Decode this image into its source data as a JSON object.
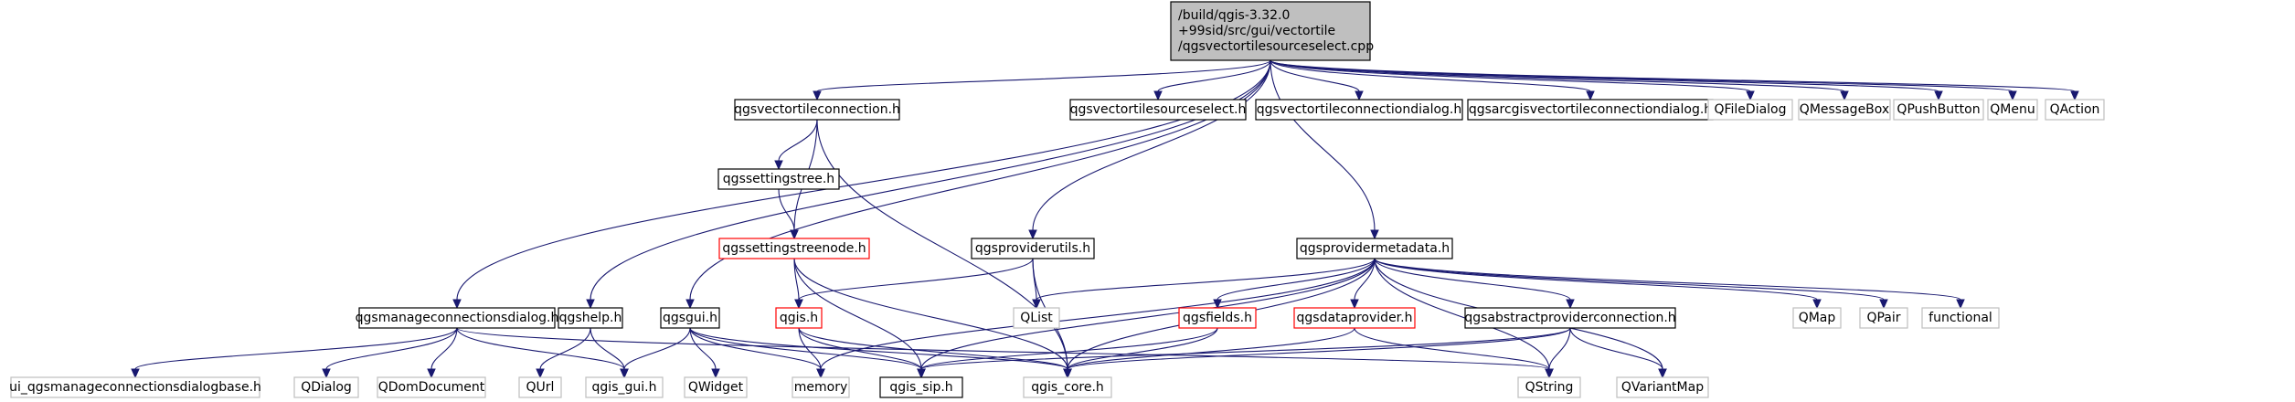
{
  "diagram": {
    "nodes": [
      {
        "id": "root",
        "lines": [
          "/build/qgis-3.32.0",
          "+99sid/src/gui/vectortile",
          "/qgsvectortilesourceselect.cpp"
        ],
        "style": "root"
      },
      {
        "id": "qgsvectortileconnection",
        "lines": [
          "qgsvectortileconnection.h"
        ],
        "style": "normal"
      },
      {
        "id": "qgsvectortilesourceselect",
        "lines": [
          "qgsvectortilesourceselect.h"
        ],
        "style": "normal"
      },
      {
        "id": "qgsvectortileconnectiondialog",
        "lines": [
          "qgsvectortileconnectiondialog.h"
        ],
        "style": "normal"
      },
      {
        "id": "qgsarcgisvectortileconnectiondialog",
        "lines": [
          "qgsarcgisvectortileconnectiondialog.h"
        ],
        "style": "normal"
      },
      {
        "id": "QFileDialog",
        "lines": [
          "QFileDialog"
        ],
        "style": "external"
      },
      {
        "id": "QMessageBox",
        "lines": [
          "QMessageBox"
        ],
        "style": "external"
      },
      {
        "id": "QPushButton",
        "lines": [
          "QPushButton"
        ],
        "style": "external"
      },
      {
        "id": "QMenu",
        "lines": [
          "QMenu"
        ],
        "style": "external"
      },
      {
        "id": "QAction",
        "lines": [
          "QAction"
        ],
        "style": "external"
      },
      {
        "id": "qgssettingstree",
        "lines": [
          "qgssettingstree.h"
        ],
        "style": "normal"
      },
      {
        "id": "qgssettingstreenode",
        "lines": [
          "qgssettingstreenode.h"
        ],
        "style": "truncated"
      },
      {
        "id": "qgsproviderutils",
        "lines": [
          "qgsproviderutils.h"
        ],
        "style": "normal"
      },
      {
        "id": "qgsprovidermetadata",
        "lines": [
          "qgsprovidermetadata.h"
        ],
        "style": "normal"
      },
      {
        "id": "qgsmanageconnectionsdialog",
        "lines": [
          "qgsmanageconnectionsdialog.h"
        ],
        "style": "normal"
      },
      {
        "id": "qgshelp",
        "lines": [
          "qgshelp.h"
        ],
        "style": "normal"
      },
      {
        "id": "qgsgui",
        "lines": [
          "qgsgui.h"
        ],
        "style": "normal"
      },
      {
        "id": "qgis",
        "lines": [
          "qgis.h"
        ],
        "style": "truncated"
      },
      {
        "id": "QList",
        "lines": [
          "QList"
        ],
        "style": "external"
      },
      {
        "id": "qgsfields",
        "lines": [
          "qgsfields.h"
        ],
        "style": "truncated"
      },
      {
        "id": "qgsdataprovider",
        "lines": [
          "qgsdataprovider.h"
        ],
        "style": "truncated"
      },
      {
        "id": "qgsabstractproviderconnection",
        "lines": [
          "qgsabstractproviderconnection.h"
        ],
        "style": "normal"
      },
      {
        "id": "QMap",
        "lines": [
          "QMap"
        ],
        "style": "external"
      },
      {
        "id": "QPair",
        "lines": [
          "QPair"
        ],
        "style": "external"
      },
      {
        "id": "functional",
        "lines": [
          "functional"
        ],
        "style": "external"
      },
      {
        "id": "ui_qgsmanageconnectionsdialogbase",
        "lines": [
          "ui_qgsmanageconnectionsdialogbase.h"
        ],
        "style": "external"
      },
      {
        "id": "QDialog",
        "lines": [
          "QDialog"
        ],
        "style": "external"
      },
      {
        "id": "QDomDocument",
        "lines": [
          "QDomDocument"
        ],
        "style": "external"
      },
      {
        "id": "QUrl",
        "lines": [
          "QUrl"
        ],
        "style": "external"
      },
      {
        "id": "qgis_gui",
        "lines": [
          "qgis_gui.h"
        ],
        "style": "external"
      },
      {
        "id": "QWidget",
        "lines": [
          "QWidget"
        ],
        "style": "external"
      },
      {
        "id": "memory",
        "lines": [
          "memory"
        ],
        "style": "external"
      },
      {
        "id": "qgis_sip",
        "lines": [
          "qgis_sip.h"
        ],
        "style": "normal"
      },
      {
        "id": "qgis_core",
        "lines": [
          "qgis_core.h"
        ],
        "style": "external"
      },
      {
        "id": "QString",
        "lines": [
          "QString"
        ],
        "style": "external"
      },
      {
        "id": "QVariantMap",
        "lines": [
          "QVariantMap"
        ],
        "style": "external"
      }
    ],
    "edges": [
      [
        "root",
        "qgsvectortileconnection"
      ],
      [
        "root",
        "qgsvectortilesourceselect"
      ],
      [
        "root",
        "qgsvectortileconnectiondialog"
      ],
      [
        "root",
        "qgsarcgisvectortileconnectiondialog"
      ],
      [
        "root",
        "QFileDialog"
      ],
      [
        "root",
        "QMessageBox"
      ],
      [
        "root",
        "QPushButton"
      ],
      [
        "root",
        "QMenu"
      ],
      [
        "root",
        "QAction"
      ],
      [
        "root",
        "qgsmanageconnectionsdialog"
      ],
      [
        "root",
        "qgshelp"
      ],
      [
        "root",
        "qgsgui"
      ],
      [
        "root",
        "qgsproviderutils"
      ],
      [
        "root",
        "qgsprovidermetadata"
      ],
      [
        "qgsvectortileconnection",
        "qgssettingstree"
      ],
      [
        "qgsvectortileconnection",
        "qgssettingstreenode"
      ],
      [
        "qgsvectortileconnection",
        "qgis_core"
      ],
      [
        "qgssettingstree",
        "qgssettingstreenode"
      ],
      [
        "qgssettingstreenode",
        "qgis"
      ],
      [
        "qgssettingstreenode",
        "qgis_sip"
      ],
      [
        "qgssettingstreenode",
        "qgis_core"
      ],
      [
        "qgsproviderutils",
        "qgis"
      ],
      [
        "qgsproviderutils",
        "QList"
      ],
      [
        "qgsproviderutils",
        "qgis_core"
      ],
      [
        "qgsprovidermetadata",
        "QList"
      ],
      [
        "qgsprovidermetadata",
        "qgsfields"
      ],
      [
        "qgsprovidermetadata",
        "qgsdataprovider"
      ],
      [
        "qgsprovidermetadata",
        "qgsabstractproviderconnection"
      ],
      [
        "qgsprovidermetadata",
        "QMap"
      ],
      [
        "qgsprovidermetadata",
        "QPair"
      ],
      [
        "qgsprovidermetadata",
        "functional"
      ],
      [
        "qgsprovidermetadata",
        "memory"
      ],
      [
        "qgsprovidermetadata",
        "qgis_sip"
      ],
      [
        "qgsprovidermetadata",
        "qgis_core"
      ],
      [
        "qgsprovidermetadata",
        "QString"
      ],
      [
        "qgsprovidermetadata",
        "QVariantMap"
      ],
      [
        "qgis",
        "memory"
      ],
      [
        "qgis",
        "qgis_sip"
      ],
      [
        "qgis",
        "qgis_core"
      ],
      [
        "qgsfields",
        "qgis_sip"
      ],
      [
        "qgsfields",
        "qgis_core"
      ],
      [
        "qgsdataprovider",
        "qgis_core"
      ],
      [
        "qgsdataprovider",
        "QString"
      ],
      [
        "qgsabstractproviderconnection",
        "qgis_sip"
      ],
      [
        "qgsabstractproviderconnection",
        "qgis_core"
      ],
      [
        "qgsabstractproviderconnection",
        "QString"
      ],
      [
        "qgsabstractproviderconnection",
        "QVariantMap"
      ],
      [
        "qgsmanageconnectionsdialog",
        "ui_qgsmanageconnectionsdialogbase"
      ],
      [
        "qgsmanageconnectionsdialog",
        "QDialog"
      ],
      [
        "qgsmanageconnectionsdialog",
        "QDomDocument"
      ],
      [
        "qgsmanageconnectionsdialog",
        "qgis_gui"
      ],
      [
        "qgsmanageconnectionsdialog",
        "QString"
      ],
      [
        "qgshelp",
        "QUrl"
      ],
      [
        "qgshelp",
        "qgis_gui"
      ],
      [
        "qgsgui",
        "qgis_gui"
      ],
      [
        "qgsgui",
        "QWidget"
      ],
      [
        "qgsgui",
        "memory"
      ],
      [
        "qgsgui",
        "qgis_sip"
      ],
      [
        "qgsgui",
        "qgis_core"
      ]
    ],
    "colors": {
      "root_fill": "#bfbfbf",
      "normal_border": "#000000",
      "truncated_border": "#ff0000",
      "external_border": "#bfbfbf",
      "edge": "#191970",
      "text": "#000000"
    }
  }
}
